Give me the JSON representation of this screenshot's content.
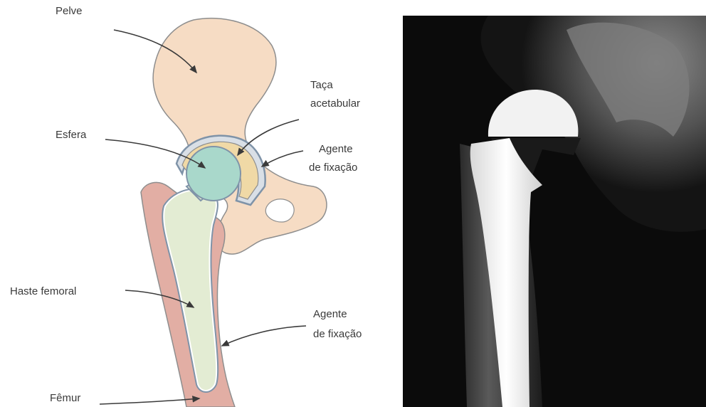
{
  "diagram": {
    "labels": {
      "pelvis": "Pelve",
      "acetabular_cup_line1": "Taça",
      "acetabular_cup_line2": "acetabular",
      "ball": "Esfera",
      "fixation_agent_top_line1": "Agente",
      "fixation_agent_top_line2": "de fixação",
      "femoral_stem": "Haste femoral",
      "fixation_agent_bottom_line1": "Agente",
      "fixation_agent_bottom_line2": "de fixação",
      "femur": "Fêmur"
    },
    "colors": {
      "pelvis_fill": "#f6dcc4",
      "femur_fill": "#e2aea4",
      "stem_fill": "#e3ecd3",
      "ball_fill": "#a9d8cb",
      "cup_fill": "#f0d9a6",
      "cement_outline": "#7f93a8"
    }
  },
  "xray": {
    "background": "#0b0b0b",
    "implant_color": "#f2f2f2"
  }
}
